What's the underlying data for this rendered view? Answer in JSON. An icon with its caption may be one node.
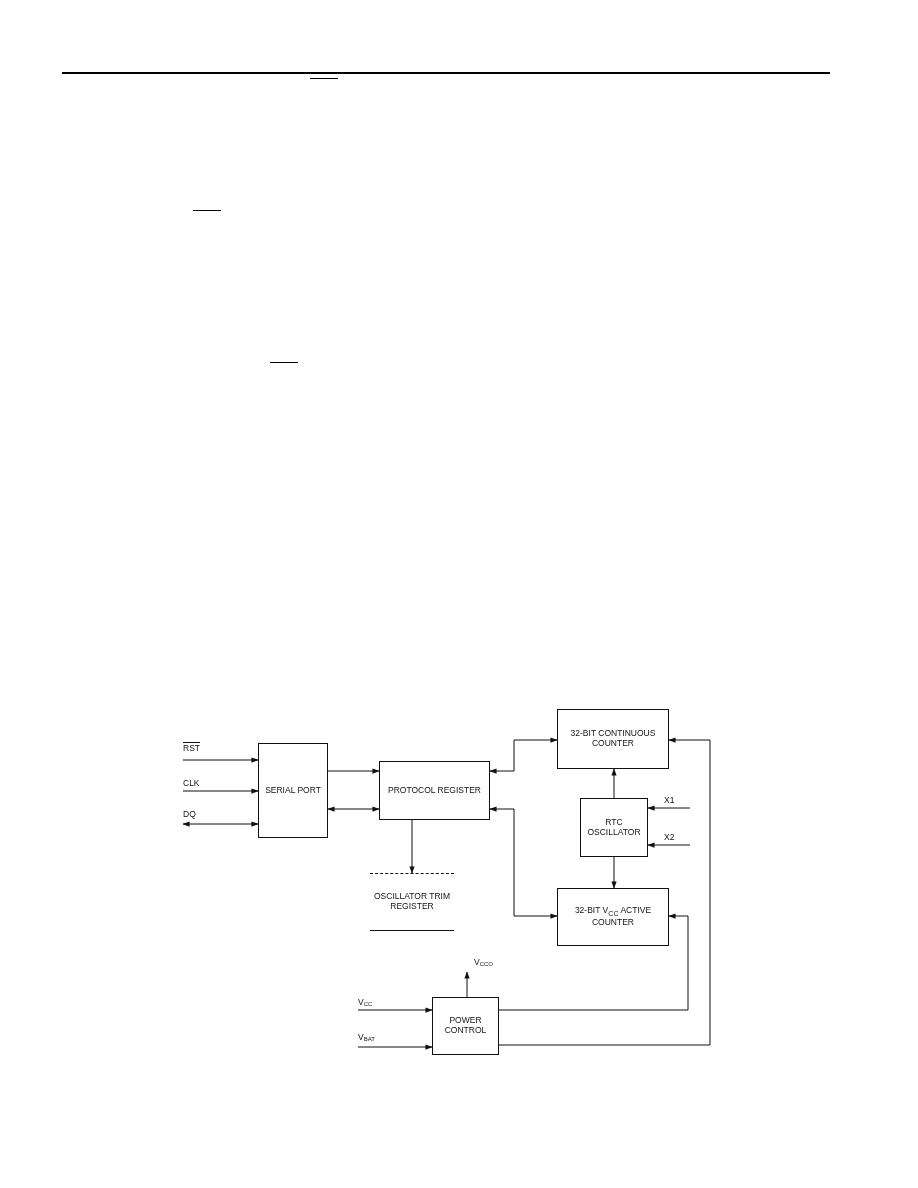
{
  "diagram": {
    "nodes": [
      {
        "text": [
          "RST"
        ]
      },
      {
        "text": [
          "CLK"
        ]
      },
      {
        "text": [
          "DQ"
        ]
      },
      {
        "text": [
          "SERIAL PORT"
        ]
      },
      {
        "text": [
          "PROTOCOL REGISTER"
        ]
      },
      {
        "text": [
          "OSCILLATOR TRIM REGISTER"
        ]
      },
      {
        "text": [
          "32-BIT CONTINUOUS COUNTER"
        ]
      },
      {
        "text": [
          "RTC OSCILLATOR"
        ]
      },
      {
        "text": [
          "32-BIT V$_{CC}$ ACTIVE COUNTER"
        ]
      },
      {
        "text": [
          "X1"
        ]
      },
      {
        "text": [
          "X2"
        ]
      },
      {
        "text": [
          "POWER CONTROL"
        ]
      },
      {
        "text": [
          "V$_{CC}$"
        ]
      },
      {
        "text": [
          "V$_{BAT}$"
        ]
      },
      {
        "text": [
          "V$_{CCO}$"
        ]
      }
    ],
    "edges": [
      {
        "from": 0,
        "to": 3,
        "arrow": "to"
      },
      {
        "from": 1,
        "to": 3,
        "arrow": "to"
      },
      {
        "from": 3,
        "to": 2,
        "arrow": "both"
      },
      {
        "from": 3,
        "to": 4,
        "arrow": "to"
      },
      {
        "from": 3,
        "to": 4,
        "arrow": "both"
      },
      {
        "from": 4,
        "to": 6,
        "arrow": "both"
      },
      {
        "from": 4,
        "to": 8,
        "arrow": "both"
      },
      {
        "from": 4,
        "to": 5,
        "arrow": "to"
      },
      {
        "from": 7,
        "to": 6,
        "arrow": "to"
      },
      {
        "from": 7,
        "to": 8,
        "arrow": "to"
      },
      {
        "from": 9,
        "to": 7,
        "arrow": "to"
      },
      {
        "from": 10,
        "to": 7,
        "arrow": "to"
      },
      {
        "from": 12,
        "to": 11,
        "arrow": "to"
      },
      {
        "from": 13,
        "to": 11,
        "arrow": "to"
      },
      {
        "from": 11,
        "to": 14,
        "arrow": "to"
      },
      {
        "from": 11,
        "to": 8,
        "arrow": "to"
      },
      {
        "from": 11,
        "to": 6,
        "arrow": "to"
      }
    ]
  }
}
